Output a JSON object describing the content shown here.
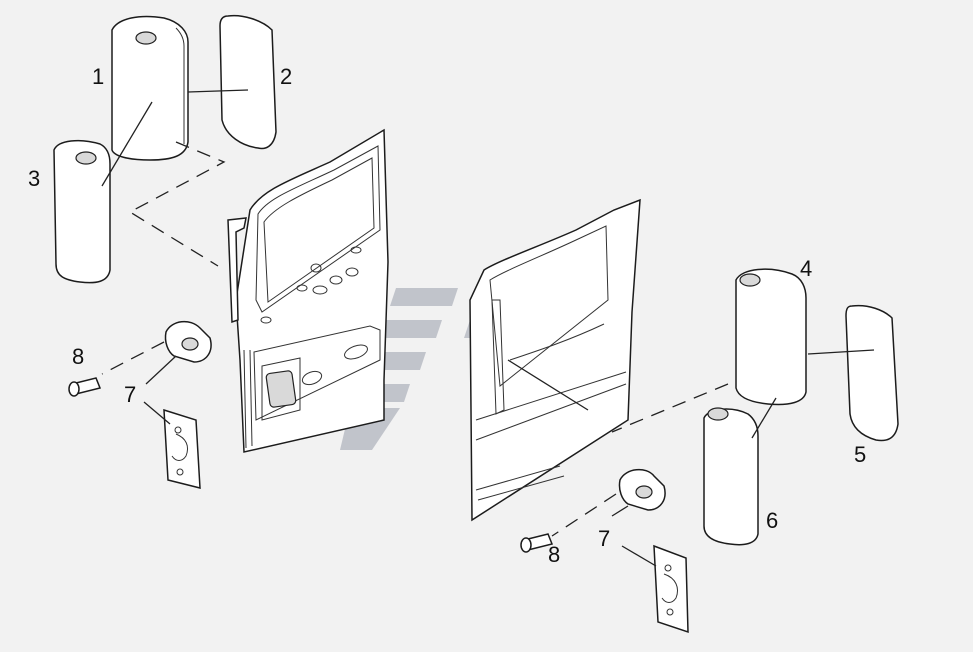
{
  "diagram": {
    "callouts": {
      "left_mirror_upper": "1",
      "left_glass": "2",
      "left_mirror_lower": "3",
      "right_mirror_upper": "4",
      "right_glass": "5",
      "right_mirror_lower": "6",
      "left_clamp": "7",
      "left_bolt": "8",
      "right_clamp": "7",
      "right_bolt": "8"
    },
    "colors": {
      "background": "#f2f2f2",
      "line": "#1c1c1c",
      "watermark": "#9aa0ac"
    }
  }
}
